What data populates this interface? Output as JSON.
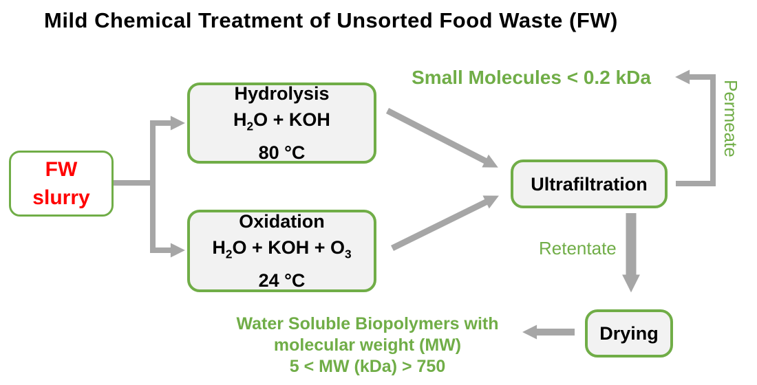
{
  "title": "Mild Chemical Treatment of Unsorted Food Waste (FW)",
  "colors": {
    "green": "#70AD47",
    "gray": "#A6A6A6",
    "red": "#FF0000",
    "box_fill": "#F2F2F2"
  },
  "nodes": {
    "fw_slurry": {
      "line1": "FW",
      "line2": "slurry"
    },
    "hydrolysis": {
      "name": "Hydrolysis",
      "formula": {
        "pre": "H",
        "sub1": "2",
        "mid": "O + KOH"
      },
      "temp": "80 °C"
    },
    "oxidation": {
      "name": "Oxidation",
      "formula": {
        "pre": "H",
        "sub1": "2",
        "mid": "O + KOH + O",
        "sub2": "3"
      },
      "temp": "24 °C"
    },
    "ultrafiltration": {
      "name": "Ultrafiltration"
    },
    "drying": {
      "name": "Drying"
    }
  },
  "labels": {
    "small_molecules": "Small Molecules < 0.2 kDa",
    "permeate": "Permeate",
    "retentate": "Retentate",
    "output_line1": "Water Soluble Biopolymers with",
    "output_line2": "molecular weight (MW)",
    "output_line3": "5 < MW (kDa) > 750"
  }
}
